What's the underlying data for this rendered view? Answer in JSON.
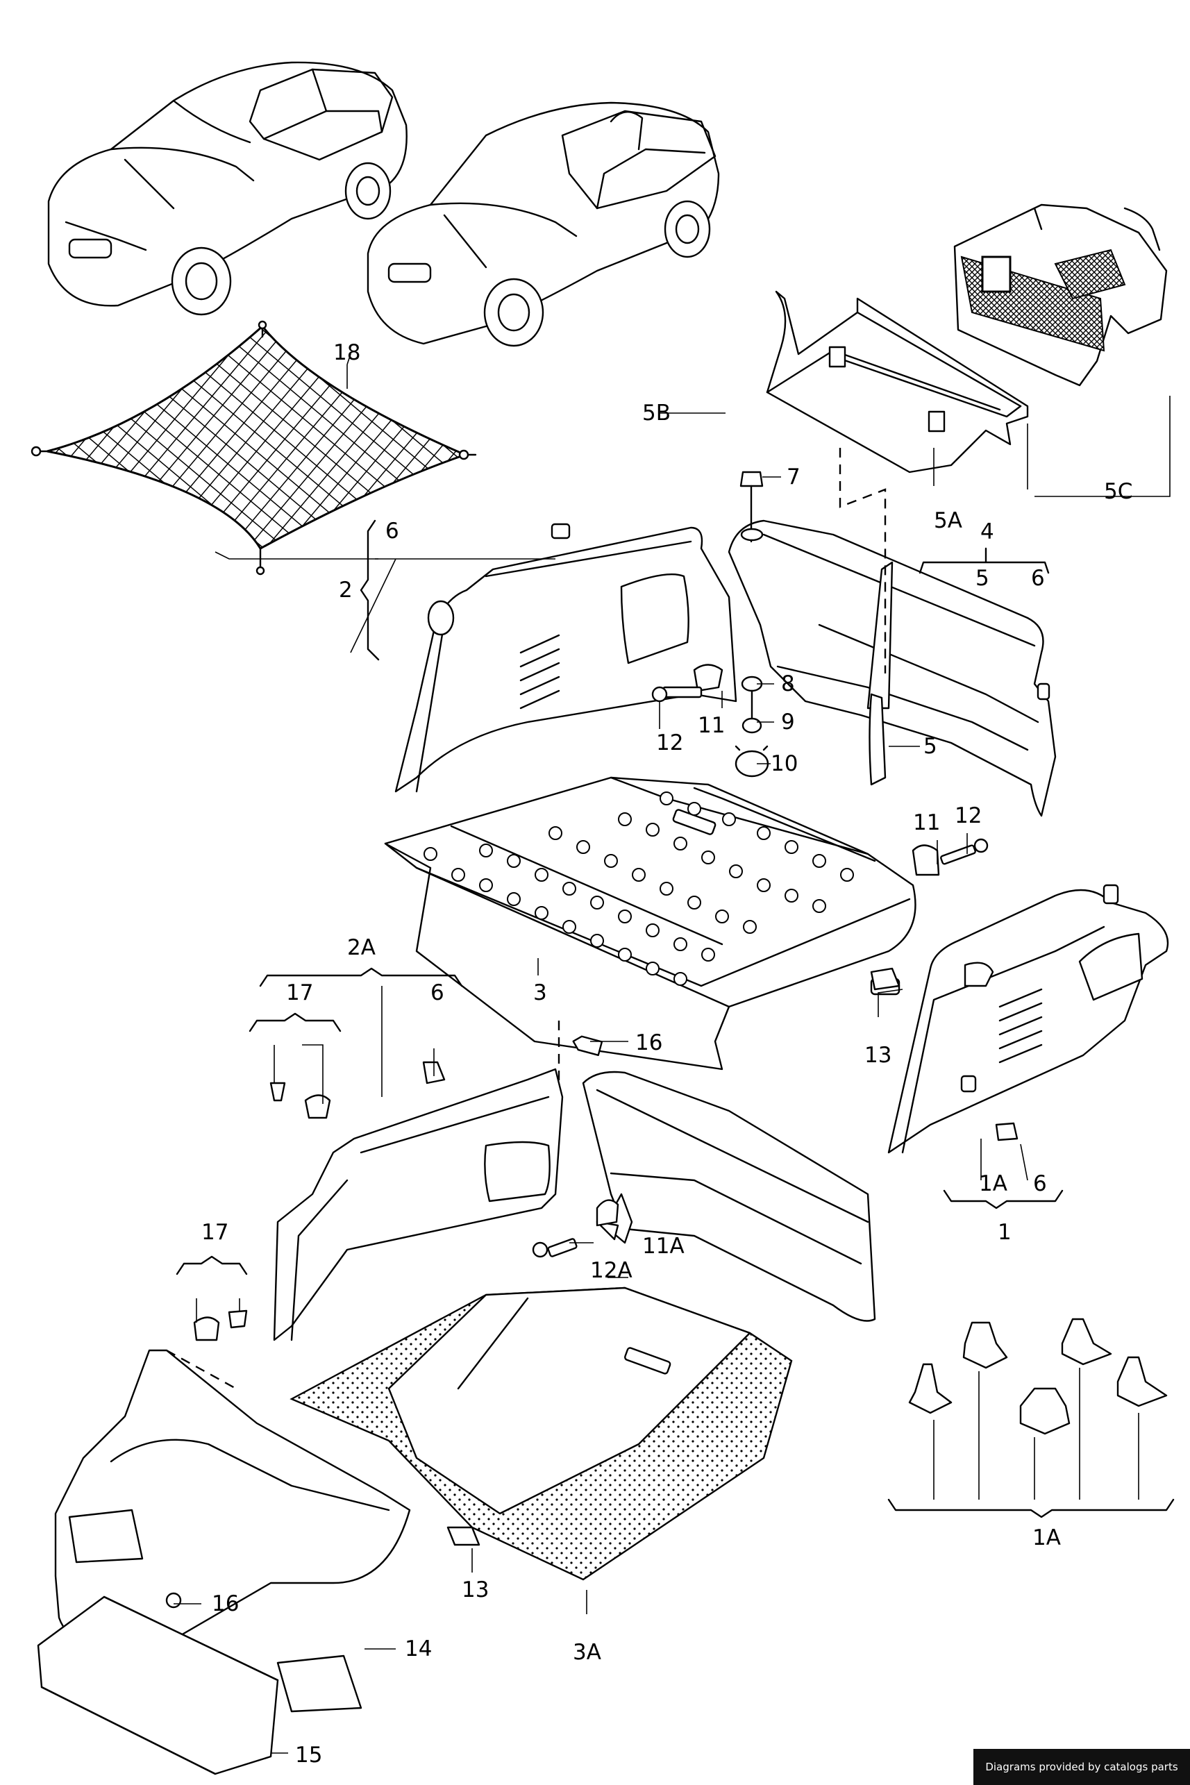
{
  "labels": {
    "l18": "18",
    "l5b": "5B",
    "l7": "7",
    "l5a": "5A",
    "l5c": "5C",
    "l4": "4",
    "l5top": "5",
    "l6top": "6",
    "l2": "2",
    "l6left": "6",
    "l8": "8",
    "l9": "9",
    "l10": "10",
    "l11": "11",
    "l12": "12",
    "l5": "5",
    "l11r": "11",
    "l12r": "12",
    "l3": "3",
    "l2a": "2A",
    "l17": "17",
    "l6mid": "6",
    "l16": "16",
    "l13r": "13",
    "l1a": "1A",
    "l6r": "6",
    "l1": "1",
    "l11a": "11A",
    "l12a": "12A",
    "l17b": "17",
    "l16b": "16",
    "l14": "14",
    "l13b": "13",
    "l3a": "3A",
    "l15": "15",
    "l1abig": "1A"
  },
  "footer": {
    "credit": "Diagrams provided by catalogs parts"
  }
}
